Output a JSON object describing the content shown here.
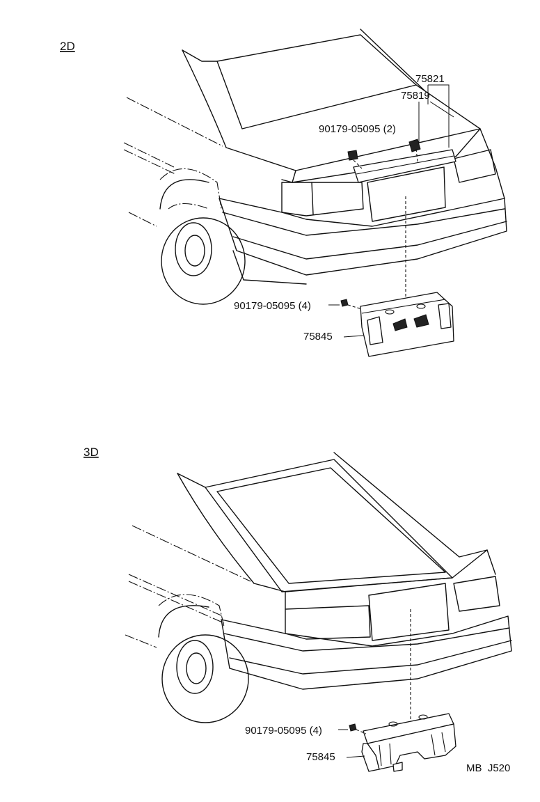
{
  "sections": [
    {
      "label": "2D",
      "parts": [
        {
          "number": "75821"
        },
        {
          "number": "75819"
        },
        {
          "number": "90179-05095 (2)"
        },
        {
          "number": "90179-05095 (4)"
        },
        {
          "number": "75845"
        }
      ]
    },
    {
      "label": "3D",
      "parts": [
        {
          "number": "90179-05095 (4)"
        },
        {
          "number": "75845"
        }
      ]
    }
  ],
  "footer_code": "MB  J520"
}
